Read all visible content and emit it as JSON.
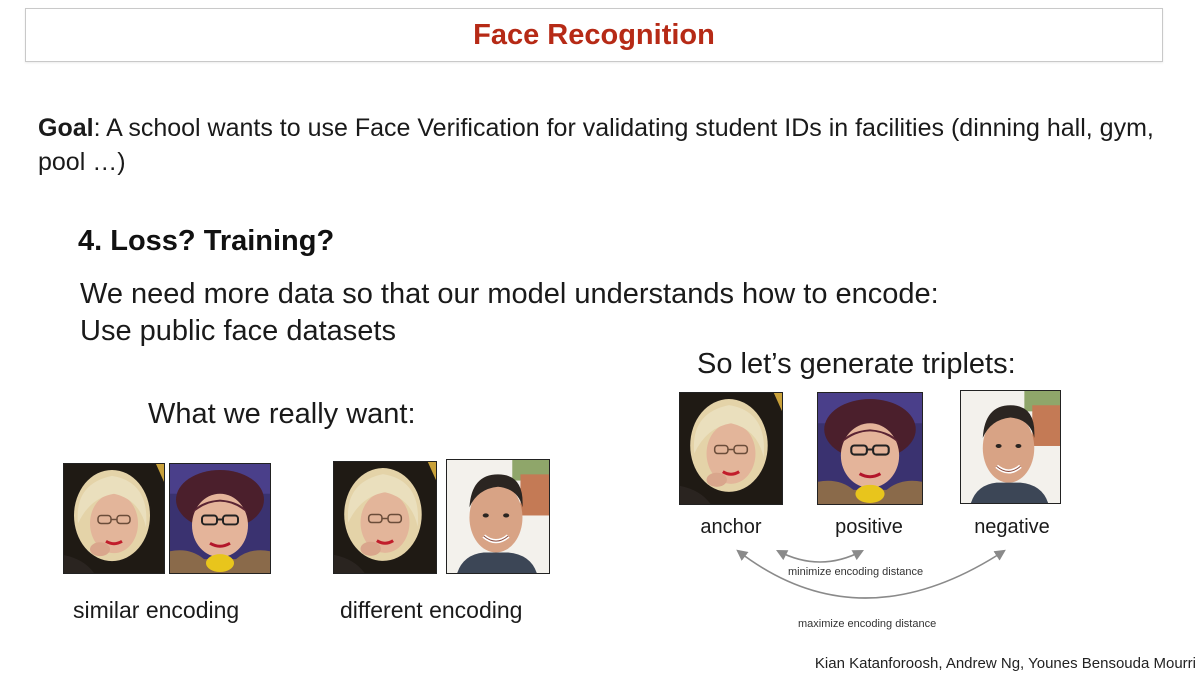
{
  "title": "Face Recognition",
  "goal": {
    "label": "Goal",
    "text": ": A school wants to use Face Verification for validating student IDs in facilities (dinning hall, gym, pool …)"
  },
  "section": {
    "heading": "4.  Loss? Training?",
    "line1": "We need more data so that our model understands how to encode:",
    "line2": "Use public face datasets"
  },
  "want": {
    "heading": "What we really want:",
    "similar_caption": "similar encoding",
    "different_caption": "different encoding"
  },
  "triplets": {
    "heading": "So let’s generate triplets:",
    "anchor_label": "anchor",
    "positive_label": "positive",
    "negative_label": "negative",
    "minimize_label": "minimize encoding distance",
    "maximize_label": "maximize encoding distance"
  },
  "credits": "Kian Katanforoosh, Andrew Ng, Younes Bensouda Mourri",
  "colors": {
    "title": "#b62a16",
    "arrow": "#8a8a8a"
  },
  "icons": {
    "photo_older_woman_blonde": "woman-glasses-blonde-photo",
    "photo_woman_hat": "woman-purple-hat-photo",
    "photo_young_man": "young-man-photo"
  }
}
